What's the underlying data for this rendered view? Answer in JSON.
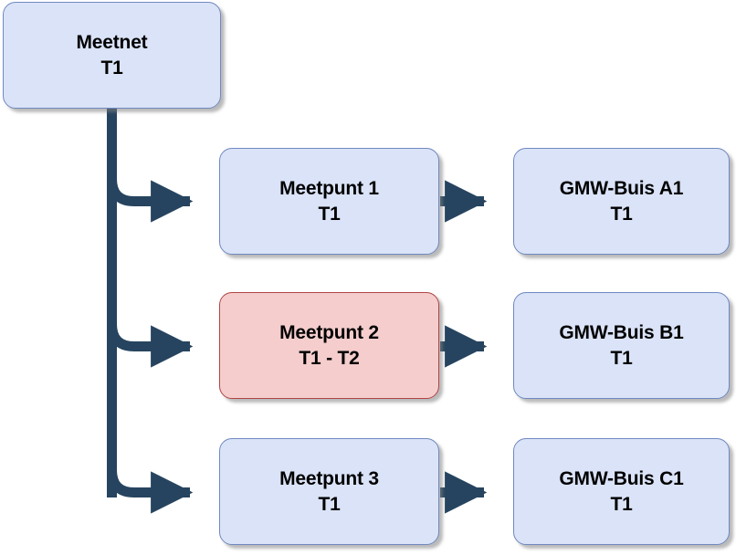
{
  "diagram": {
    "title": "Meetnet hierarchy diagram",
    "background_color": "#ffffff",
    "palette": {
      "node_fill_default": "#dae3f7",
      "node_border_default": "#7089c0",
      "node_fill_highlight": "#f5cdcd",
      "node_border_highlight": "#b04545",
      "connector_color": "#26445f",
      "text_color": "#000000",
      "shadow_color": "#828282"
    },
    "nodes": [
      {
        "id": "meetnet",
        "line1": "Meetnet",
        "line2": "T1",
        "style": "blue",
        "column": 1
      },
      {
        "id": "meetpunt1",
        "line1": "Meetpunt 1",
        "line2": "T1",
        "style": "blue",
        "column": 2
      },
      {
        "id": "meetpunt2",
        "line1": "Meetpunt 2",
        "line2": "T1 - T2",
        "style": "red",
        "column": 2
      },
      {
        "id": "meetpunt3",
        "line1": "Meetpunt 3",
        "line2": "T1",
        "style": "blue",
        "column": 2
      },
      {
        "id": "gmwa1",
        "line1": "GMW-Buis A1",
        "line2": "T1",
        "style": "blue",
        "column": 3
      },
      {
        "id": "gmwb1",
        "line1": "GMW-Buis B1",
        "line2": "T1",
        "style": "blue",
        "column": 3
      },
      {
        "id": "gmwc1",
        "line1": "GMW-Buis C1",
        "line2": "T1",
        "style": "blue",
        "column": 3
      }
    ],
    "edges": [
      {
        "id": "e1",
        "from": "meetnet",
        "to": "meetpunt1",
        "kind": "elbow"
      },
      {
        "id": "e2",
        "from": "meetnet",
        "to": "meetpunt2",
        "kind": "elbow"
      },
      {
        "id": "e3",
        "from": "meetnet",
        "to": "meetpunt3",
        "kind": "elbow"
      },
      {
        "id": "e4",
        "from": "meetpunt1",
        "to": "gmwa1",
        "kind": "straight"
      },
      {
        "id": "e5",
        "from": "meetpunt2",
        "to": "gmwb1",
        "kind": "straight"
      },
      {
        "id": "e6",
        "from": "meetpunt3",
        "to": "gmwc1",
        "kind": "straight"
      }
    ]
  }
}
